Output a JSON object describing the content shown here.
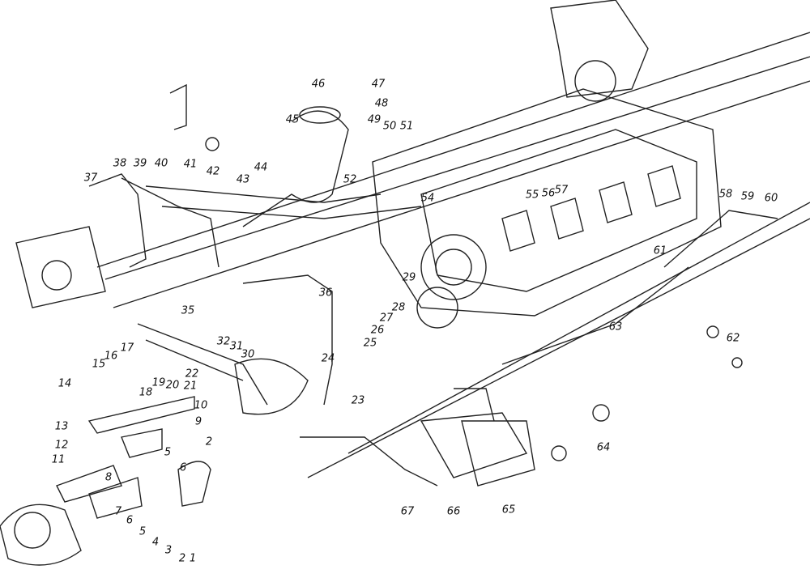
{
  "figure": {
    "type": "exploded-view technical drawing",
    "callouts": [
      "1",
      "2",
      "3",
      "4",
      "5",
      "6",
      "7",
      "8",
      "9",
      "10",
      "11",
      "12",
      "13",
      "14",
      "15",
      "16",
      "17",
      "18",
      "19",
      "20",
      "21",
      "22",
      "23",
      "24",
      "25",
      "26",
      "27",
      "28",
      "29",
      "30",
      "31",
      "32",
      "35",
      "36",
      "37",
      "38",
      "39",
      "40",
      "41",
      "42",
      "43",
      "44",
      "45",
      "46",
      "47",
      "48",
      "49",
      "50",
      "51",
      "52",
      "54",
      "55",
      "56",
      "57",
      "58",
      "59",
      "60",
      "61",
      "62",
      "63",
      "64",
      "65",
      "66",
      "67",
      "2b",
      "5b",
      "6b"
    ],
    "labels": {
      "n1": "1",
      "n2": "2",
      "n3": "3",
      "n4": "4",
      "n5": "5",
      "n6": "6",
      "n7": "7",
      "n8": "8",
      "n9": "9",
      "n10": "10",
      "n11": "11",
      "n12": "12",
      "n13": "13",
      "n14": "14",
      "n15": "15",
      "n16": "16",
      "n17": "17",
      "n18": "18",
      "n19": "19",
      "n20": "20",
      "n21": "21",
      "n22": "22",
      "n23": "23",
      "n24": "24",
      "n25": "25",
      "n26": "26",
      "n27": "27",
      "n28": "28",
      "n29": "29",
      "n30": "30",
      "n31": "31",
      "n32": "32",
      "n35": "35",
      "n36": "36",
      "n37": "37",
      "n38": "38",
      "n39": "39",
      "n40": "40",
      "n41": "41",
      "n42": "42",
      "n43": "43",
      "n44": "44",
      "n45": "45",
      "n46": "46",
      "n47": "47",
      "n48": "48",
      "n49": "49",
      "n50": "50",
      "n51": "51",
      "n52": "52",
      "n54": "54",
      "n55": "55",
      "n56": "56",
      "n57": "57",
      "n58": "58",
      "n59": "59",
      "n60": "60",
      "n61": "61",
      "n62": "62",
      "n63": "63",
      "n64": "64",
      "n65": "65",
      "n66": "66",
      "n67": "67",
      "n2b": "2",
      "n5b": "5",
      "n6b": "6"
    }
  }
}
